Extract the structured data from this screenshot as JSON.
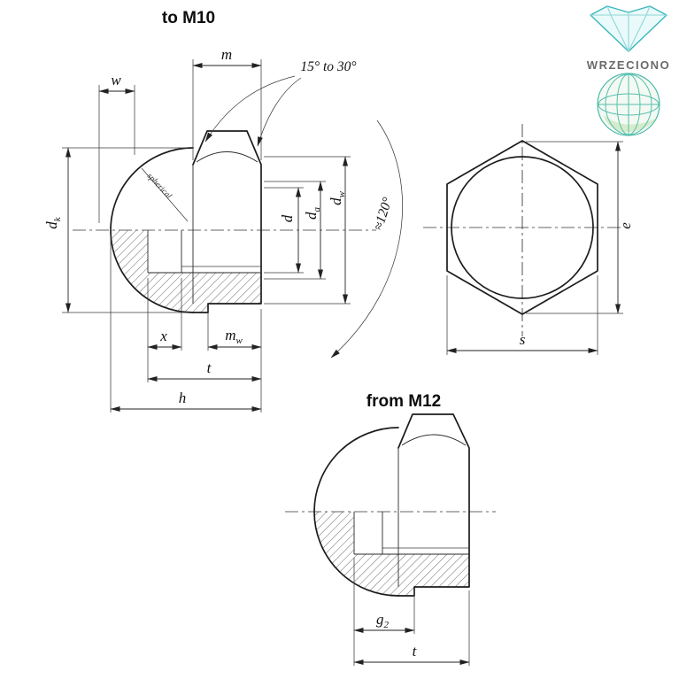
{
  "titles": {
    "left_figure": "to M10",
    "bottom_figure": "from M12"
  },
  "brand": {
    "name": "WRZECIONO",
    "teal": "#3ab7bd",
    "green": "#8bc98b"
  },
  "annotations": {
    "chamfer_angle": "15° to 30°",
    "seat_angle": "≈120°",
    "spherical_note": "spherical"
  },
  "dims": {
    "m": "m",
    "w": "w",
    "dk_base": "d",
    "dk_sub": "k",
    "d": "d",
    "da_base": "d",
    "da_sub": "a",
    "dw_base": "d",
    "dw_sub": "w",
    "x": "x",
    "mw_base": "m",
    "mw_sub": "w",
    "t": "t",
    "h": "h",
    "s": "s",
    "e": "e",
    "g2_base": "g",
    "g2_sub": "2",
    "t2": "t"
  }
}
